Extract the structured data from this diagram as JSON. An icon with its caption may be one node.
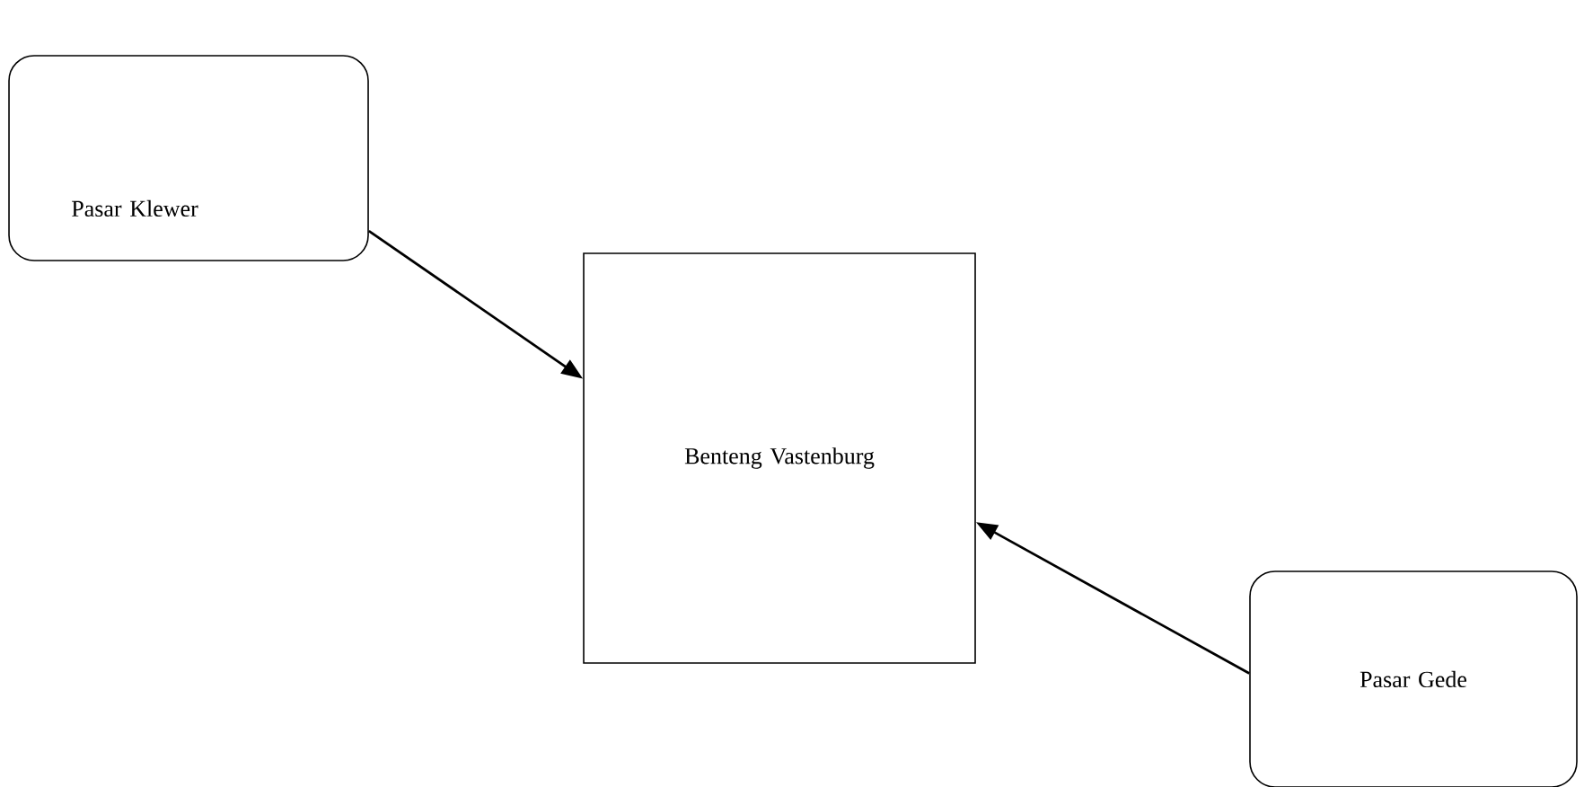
{
  "diagram": {
    "nodes": [
      {
        "text": [
          "Pasar Klewer"
        ]
      },
      {
        "text": [
          "Benteng Vastenburg"
        ]
      },
      {
        "text": [
          "Pasar Gede"
        ]
      }
    ],
    "edges": [
      {
        "from": 0,
        "to": 1,
        "arrow": "to"
      },
      {
        "from": 2,
        "to": 1,
        "arrow": "to"
      }
    ]
  }
}
